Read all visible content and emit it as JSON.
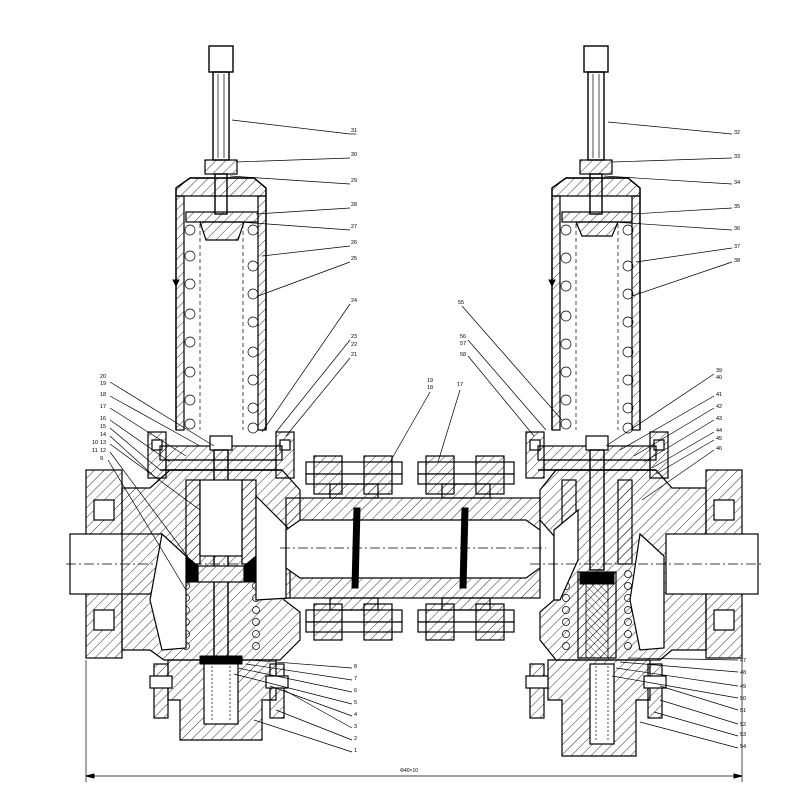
{
  "drawing": {
    "overall_dimension": "Φ40×10",
    "callouts_left": [
      "31",
      "30",
      "29",
      "28",
      "27",
      "26",
      "25",
      "24",
      "23",
      "22",
      "21",
      "20",
      "19",
      "18",
      "17",
      "16",
      "15",
      "14",
      "13",
      "12",
      "11",
      "10",
      "9",
      "8",
      "7",
      "6",
      "5",
      "4",
      "3",
      "2",
      "1"
    ],
    "callouts_right": [
      "32",
      "33",
      "34",
      "35",
      "36",
      "37",
      "38",
      "39",
      "40",
      "41",
      "42",
      "43",
      "44",
      "45",
      "46",
      "47",
      "48",
      "49",
      "50",
      "51",
      "52",
      "53",
      "54",
      "55",
      "56",
      "57",
      "58"
    ]
  },
  "labels": {
    "l31": "31",
    "l30": "30",
    "l29": "29",
    "l28": "28",
    "l27": "27",
    "l26": "26",
    "l25": "25",
    "l24": "24",
    "l23": "23",
    "l22": "22",
    "l21": "21",
    "l20": "20",
    "l19": "19",
    "l18": "18",
    "l17": "17",
    "l16": "16",
    "l15": "15",
    "l14": "14",
    "l13": "13",
    "l12": "12",
    "l11": "11",
    "l10": "10",
    "l9": "9",
    "l8": "8",
    "l7": "7",
    "l6": "6",
    "l5": "5",
    "l4": "4",
    "l3": "3",
    "l2": "2",
    "l1": "1",
    "r32": "32",
    "r33": "33",
    "r34": "34",
    "r35": "35",
    "r36": "36",
    "r37": "37",
    "r38": "38",
    "r39": "39",
    "r40": "40",
    "r41": "41",
    "r42": "42",
    "r43": "43",
    "r44": "44",
    "r45": "45",
    "r46": "46",
    "r47": "47",
    "r48": "48",
    "r49": "49",
    "r50": "50",
    "r51": "51",
    "r52": "52",
    "r53": "53",
    "r54": "54",
    "r55": "55",
    "r56": "56",
    "r57": "57",
    "r58": "58",
    "c19": "19",
    "c18": "18",
    "c17": "17"
  }
}
